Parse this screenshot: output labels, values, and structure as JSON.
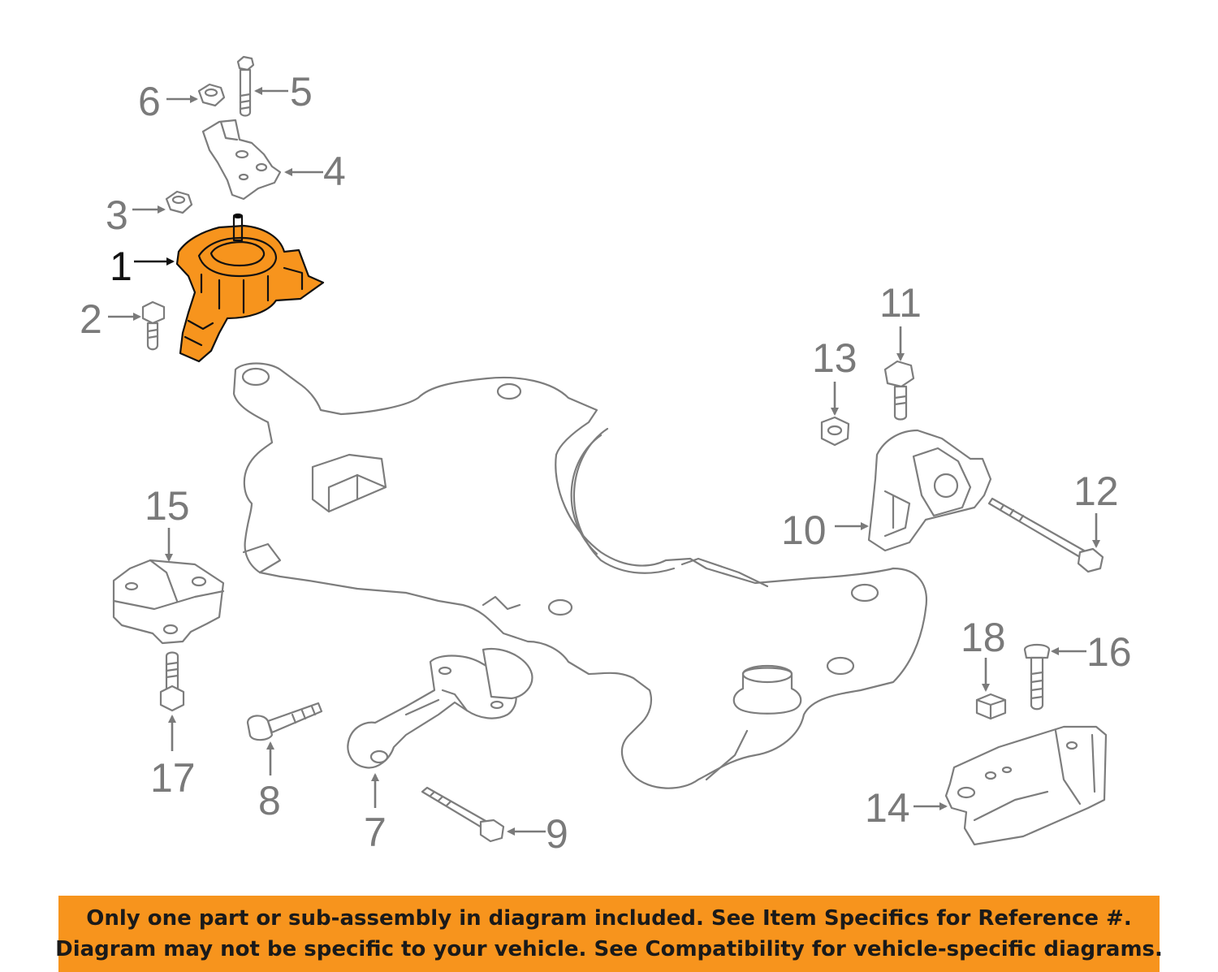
{
  "highlight_color": "#f7941d",
  "callouts": [
    {
      "id": "1",
      "label": "1",
      "highlighted": true
    },
    {
      "id": "2",
      "label": "2"
    },
    {
      "id": "3",
      "label": "3"
    },
    {
      "id": "4",
      "label": "4"
    },
    {
      "id": "5",
      "label": "5"
    },
    {
      "id": "6",
      "label": "6"
    },
    {
      "id": "7",
      "label": "7"
    },
    {
      "id": "8",
      "label": "8"
    },
    {
      "id": "9",
      "label": "9"
    },
    {
      "id": "10",
      "label": "10"
    },
    {
      "id": "11",
      "label": "11"
    },
    {
      "id": "12",
      "label": "12"
    },
    {
      "id": "13",
      "label": "13"
    },
    {
      "id": "14",
      "label": "14"
    },
    {
      "id": "15",
      "label": "15"
    },
    {
      "id": "16",
      "label": "16"
    },
    {
      "id": "17",
      "label": "17"
    },
    {
      "id": "18",
      "label": "18"
    }
  ],
  "notice": {
    "line1": "Only one part or sub-assembly in diagram included. See Item Specifics for Reference #.",
    "line2": "Diagram may not be specific to your vehicle. See Compatibility for vehicle-specific diagrams."
  }
}
